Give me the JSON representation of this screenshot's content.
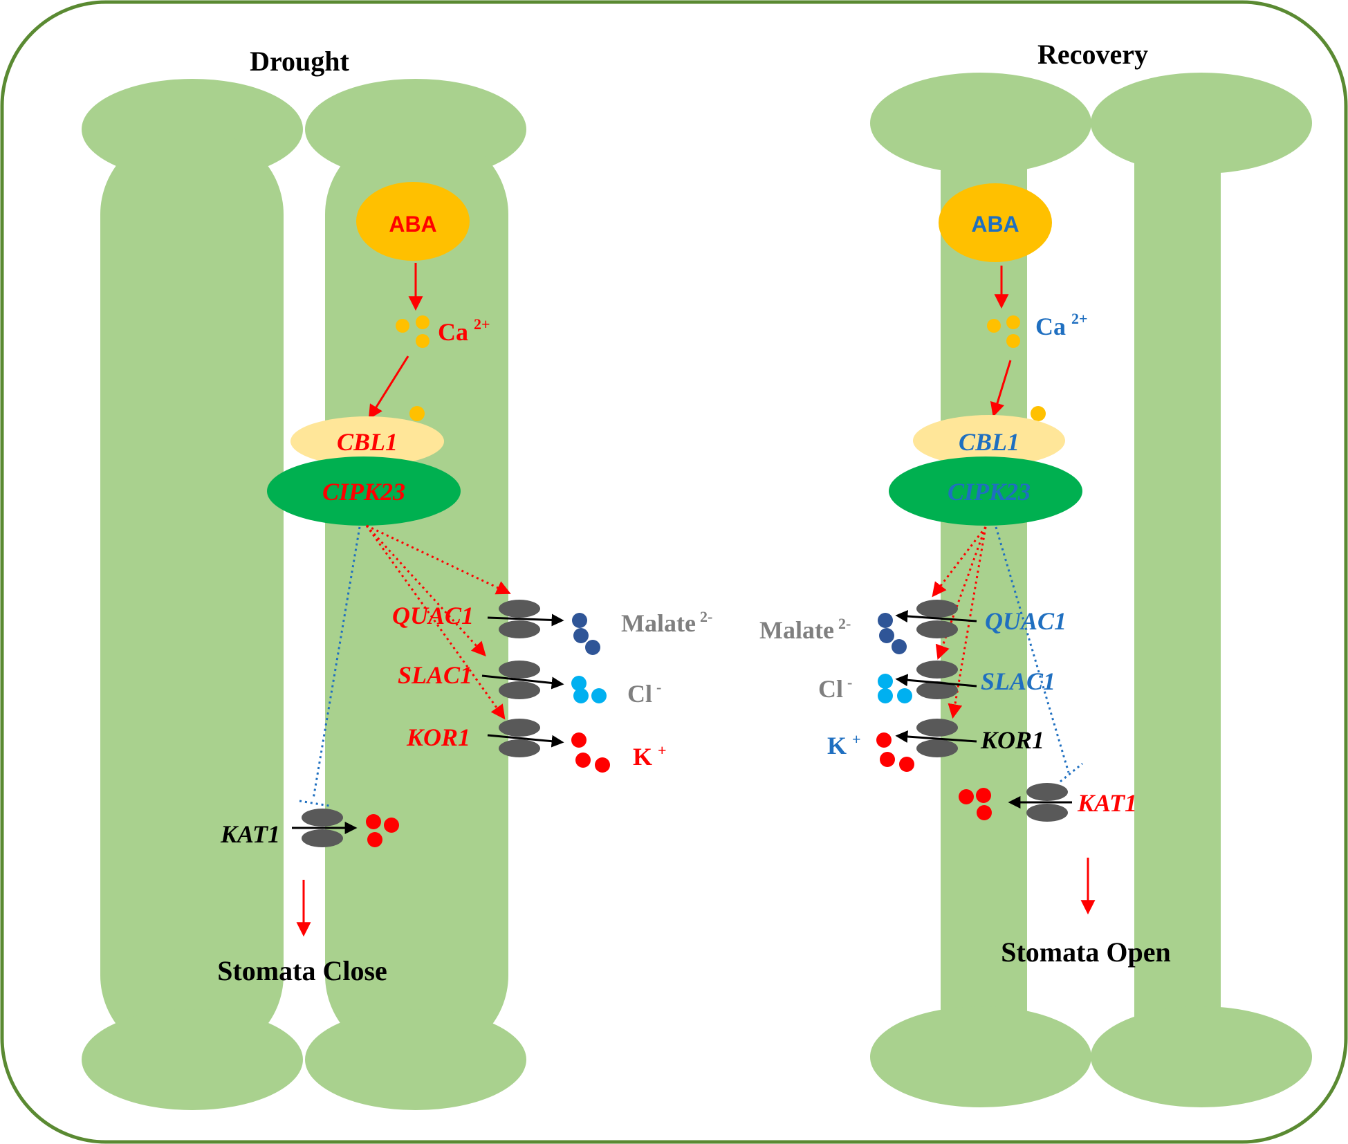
{
  "colors": {
    "frame": "#5a8a32",
    "cell": "#a9d18e",
    "aba": "#ffc000",
    "cbl1": "#ffe699",
    "cipk23": "#00b050",
    "channel": "#595959",
    "drought_text": "#ff0000",
    "recovery_text": "#1f6fc0",
    "ion_grey": "#7f7f7f",
    "malate": "#2f5597",
    "chloride": "#00b0f0",
    "potassium": "#ff0000",
    "calcium": "#ffc000",
    "arrow_red": "#ff0000",
    "inhibit_blue": "#1f6fc0"
  },
  "drought": {
    "title": "Drought",
    "aba": "ABA",
    "ca": "Ca",
    "ca_charge": "2+",
    "cbl1": "CBL1",
    "cipk23": "CIPK23",
    "quac1": "QUAC1",
    "slac1": "SLAC1",
    "kor1": "KOR1",
    "kat1": "KAT1",
    "malate": "Malate",
    "malate_charge": "2-",
    "cl": "Cl",
    "cl_charge": "-",
    "k": "K",
    "k_charge": "+",
    "outcome": "Stomata Close"
  },
  "recovery": {
    "title": "Recovery",
    "aba": "ABA",
    "ca": "Ca",
    "ca_charge": "2+",
    "cbl1": "CBL1",
    "cipk23": "CIPK23",
    "quac1": "QUAC1",
    "slac1": "SLAC1",
    "kor1": "KOR1",
    "kat1": "KAT1",
    "malate": "Malate",
    "malate_charge": "2-",
    "cl": "Cl",
    "cl_charge": "-",
    "k": "K",
    "k_charge": "+",
    "outcome": "Stomata Open"
  }
}
